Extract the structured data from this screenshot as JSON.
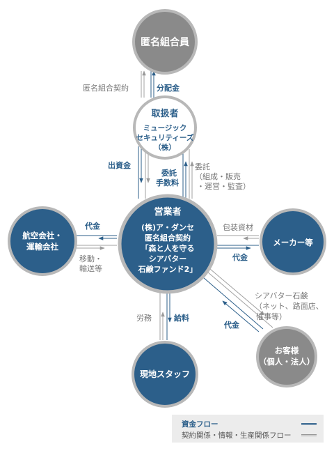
{
  "colors": {
    "dark_node": "#2c5f8a",
    "gray_node": "#8a8a8a",
    "ring": "#b8b8b8",
    "money_flow": "#2c5f8a",
    "contract_flow": "#999999"
  },
  "nodes": {
    "investors": {
      "label": "匿名組合員"
    },
    "handler": {
      "title": "取扱者",
      "line1": "ミュージック",
      "line2": "セキュリティーズ",
      "line3": "（株）"
    },
    "operator": {
      "title": "営業者",
      "line1": "(株)ア・ダンセ",
      "line2": "匿名組合契約",
      "line3": "「森と人を守る",
      "line4": "シアバター",
      "line5": "石鹸ファンド2」"
    },
    "airline": {
      "line1": "航空会社・",
      "line2": "運輸会社"
    },
    "maker": {
      "label": "メーカー等"
    },
    "staff": {
      "label": "現地スタッフ"
    },
    "customer": {
      "line1": "お客様",
      "line2": "（個人・法人）"
    }
  },
  "flows": {
    "investment_contract": "匿名組合契約",
    "distribution": "分配金",
    "capital": "出資金",
    "commission": "委託",
    "fee": "手数料",
    "entrust": "委託",
    "entrust_detail_1": "（組成・販売",
    "entrust_detail_2": "・運営・監査）",
    "airline_payment": "代金",
    "airline_service_1": "移動・",
    "airline_service_2": "輸送等",
    "packaging": "包装資材",
    "maker_payment": "代金",
    "product": "シアバター石鹸",
    "product_detail_1": "（ネット、路面店、",
    "product_detail_2": "催事等）",
    "customer_payment": "代金",
    "labor": "労務",
    "salary": "給料"
  },
  "legend": {
    "money": "資金フロー",
    "contract": "契約関係・情報・生産関係フロー"
  }
}
